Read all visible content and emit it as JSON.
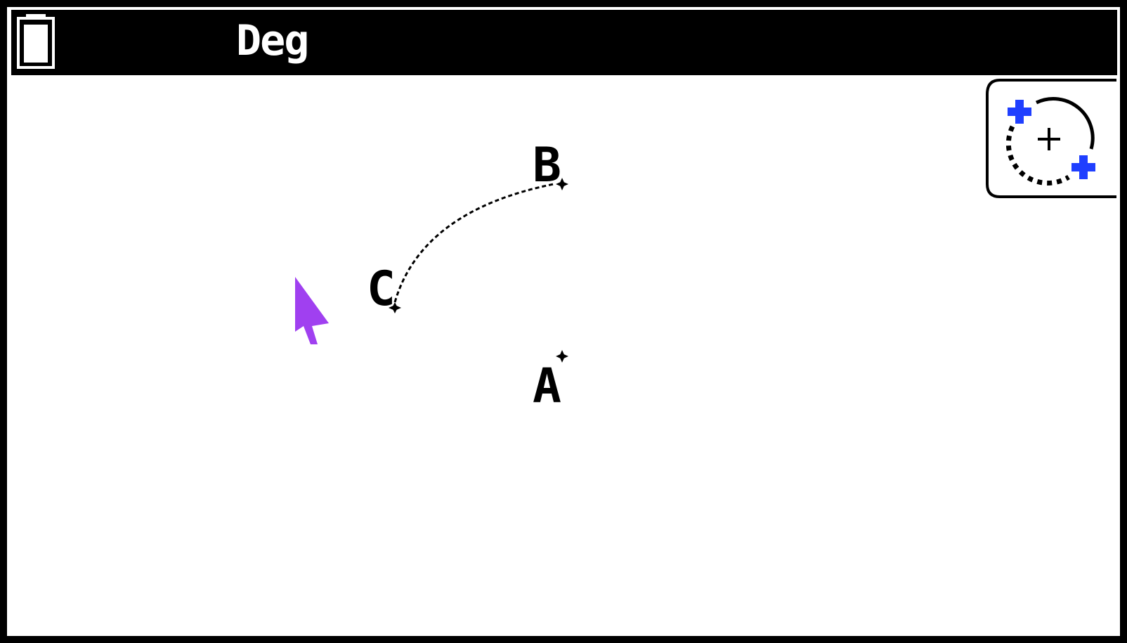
{
  "status_bar": {
    "battery_icon": "battery-icon",
    "angle_mode": "Deg"
  },
  "geometry": {
    "points": [
      {
        "label": "A"
      },
      {
        "label": "B"
      },
      {
        "label": "C"
      }
    ],
    "arc": {
      "from": "C",
      "to": "B",
      "style": "dotted"
    }
  },
  "toolbar": {
    "rotate_tool_icon": "rotate-points-icon",
    "accent_color": "#1f3fff"
  },
  "cursor": {
    "icon": "pointer-arrow-icon",
    "color": "#a040f0"
  }
}
